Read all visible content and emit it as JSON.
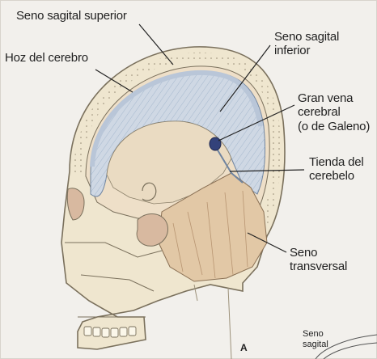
{
  "figure": {
    "letter": "A",
    "labels": {
      "seno_sagital_superior": "Seno sagital superior",
      "hoz_del_cerebro": "Hoz del cerebro",
      "seno_sagital_inferior": "Seno sagital\ninferior",
      "gran_vena_cerebral": "Gran vena\ncerebral\n(o de Galeno)",
      "tienda_del_cerebelo": "Tienda del\ncerebelo",
      "seno_transversal": "Seno\ntransversal",
      "seno_sagital_corner": "Seno\nsagital"
    }
  },
  "colors": {
    "paper": "#f2f0ec",
    "bone": "#efe6cf",
    "bone_outline": "#7a705c",
    "brain_area": "#eedfc8",
    "dura_falx": "#cfd8e4",
    "dura_hatch": "#9bb0c8",
    "tentorium": "#e2c8a6",
    "vein": "#33427a"
  }
}
